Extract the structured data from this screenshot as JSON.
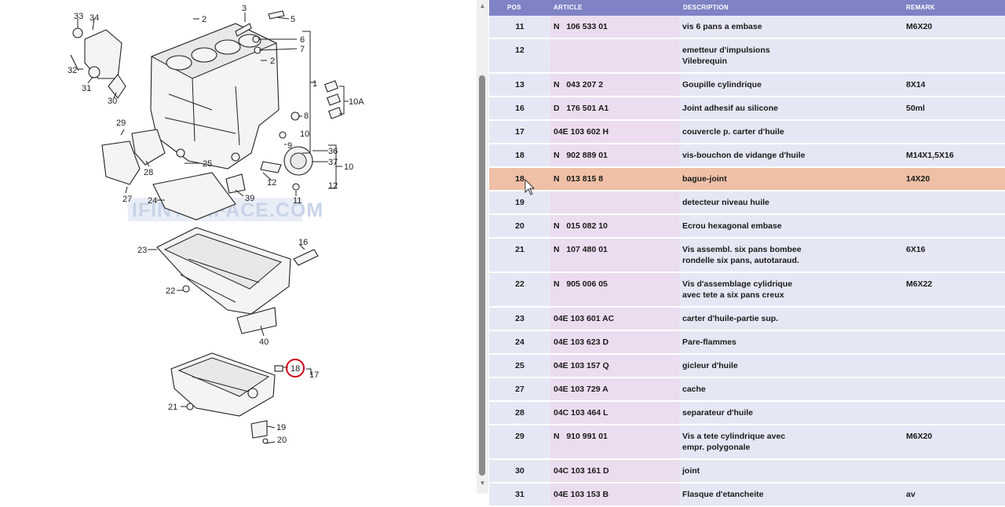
{
  "header": {
    "pos": "POS",
    "article": "ARTICLE",
    "description": "DESCRIPTION",
    "remark": "REMARK"
  },
  "rows": [
    {
      "pos": "11",
      "article": "N   106 533 01",
      "desc1": "vis 6 pans a embase",
      "desc2": "",
      "remark": "M6X20"
    },
    {
      "pos": "12",
      "article": "",
      "desc1": "emetteur d'impulsions",
      "desc2": "Vilebrequin",
      "remark": ""
    },
    {
      "pos": "13",
      "article": "N   043 207 2",
      "desc1": "Goupille cylindrique",
      "desc2": "",
      "remark": "8X14"
    },
    {
      "pos": "16",
      "article": "D   176 501 A1",
      "desc1": "Joint adhesif au silicone",
      "desc2": "",
      "remark": "50ml"
    },
    {
      "pos": "17",
      "article": "04E 103 602 H",
      "desc1": "couvercle p. carter d'huile",
      "desc2": "",
      "remark": ""
    },
    {
      "pos": "18",
      "article": "N   902 889 01",
      "desc1": "vis-bouchon de vidange d'huile",
      "desc2": "",
      "remark": "M14X1,5X16"
    },
    {
      "pos": "18",
      "article": "N   013 815 8",
      "desc1": "bague-joint",
      "desc2": "",
      "remark": "14X20",
      "selected": true
    },
    {
      "pos": "19",
      "article": "",
      "desc1": "detecteur niveau huile",
      "desc2": "",
      "remark": ""
    },
    {
      "pos": "20",
      "article": "N   015 082 10",
      "desc1": "Ecrou hexagonal embase",
      "desc2": "",
      "remark": ""
    },
    {
      "pos": "21",
      "article": "N   107 480 01",
      "desc1": "Vis assembl. six pans bombee",
      "desc2": "rondelle six pans, autotaraud.",
      "remark": "6X16"
    },
    {
      "pos": "22",
      "article": "N   905 006 05",
      "desc1": "Vis d'assemblage cylidrique",
      "desc2": "avec tete a six pans creux",
      "remark": "M6X22"
    },
    {
      "pos": "23",
      "article": "04E 103 601 AC",
      "desc1": "carter d'huile-partie sup.",
      "desc2": "",
      "remark": ""
    },
    {
      "pos": "24",
      "article": "04E 103 623 D",
      "desc1": "Pare-flammes",
      "desc2": "",
      "remark": ""
    },
    {
      "pos": "25",
      "article": "04E 103 157 Q",
      "desc1": "gicleur d'huile",
      "desc2": "",
      "remark": ""
    },
    {
      "pos": "27",
      "article": "04E 103 729 A",
      "desc1": "cache",
      "desc2": "",
      "remark": ""
    },
    {
      "pos": "28",
      "article": "04C 103 464 L",
      "desc1": "separateur d'huile",
      "desc2": "",
      "remark": ""
    },
    {
      "pos": "29",
      "article": "N   910 991 01",
      "desc1": "Vis a tete cylindrique avec",
      "desc2": "empr. polygonale",
      "remark": "M6X20"
    },
    {
      "pos": "30",
      "article": "04C 103 161 D",
      "desc1": "joint",
      "desc2": "",
      "remark": ""
    },
    {
      "pos": "31",
      "article": "04E 103 153 B",
      "desc1": "Flasque d'etancheite",
      "desc2": "",
      "remark": "av"
    }
  ],
  "diagram": {
    "watermark": "IFINTERFACE.COM",
    "callouts": [
      "33",
      "34",
      "2",
      "3",
      "5",
      "6",
      "7",
      "2",
      "1",
      "10A",
      "32",
      "31",
      "30",
      "29",
      "28",
      "27",
      "8",
      "9",
      "10",
      "36",
      "37",
      "25",
      "24",
      "39",
      "12",
      "11",
      "12",
      "10",
      "16",
      "23",
      "22",
      "40",
      "18",
      "17",
      "21",
      "19",
      "20"
    ],
    "highlight_callout": "18"
  },
  "colors": {
    "header": "#7f82c4",
    "row": "#e5e8f4",
    "article_col": "#ecdcef",
    "selected": "#efc0a6",
    "highlight": "#d0021b"
  }
}
